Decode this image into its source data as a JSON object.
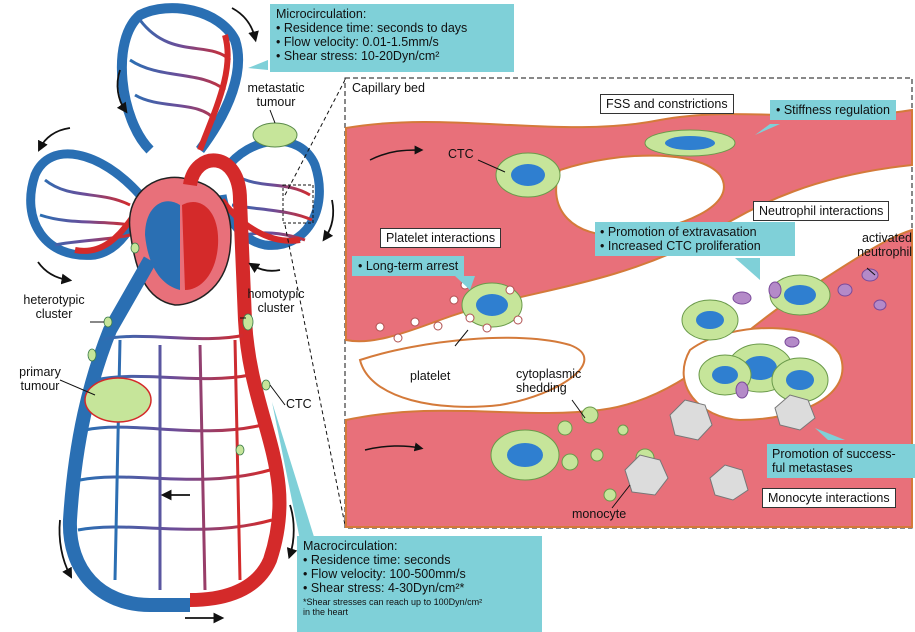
{
  "micro": {
    "title": "Microcirculation:",
    "items": [
      "• Residence time: seconds to days",
      "• Flow velocity: 0.01-1.5mm/s",
      "• Shear stress: 10-20Dyn/cm²"
    ]
  },
  "macro": {
    "title": "Macrocirculation:",
    "items": [
      "• Residence time: seconds",
      "• Flow velocity: 100-500mm/s",
      "• Shear stress: 4-30Dyn/cm²*"
    ],
    "footnote": [
      "*Shear stresses can reach up to 100Dyn/cm²",
      "in the heart"
    ]
  },
  "left_labels": {
    "metastatic": [
      "metastatic",
      "tumour"
    ],
    "heterotypic": [
      "heterotypic",
      "cluster"
    ],
    "homotypic": [
      "homotypic",
      "cluster"
    ],
    "primary": [
      "primary",
      "tumour"
    ],
    "ctc": "CTC"
  },
  "bed": {
    "title": "Capillary bed",
    "ctc": "CTC",
    "fss": "FSS and constrictions",
    "stiffness": "• Stiffness regulation",
    "neutrophil": "Neutrophil interactions",
    "extravasation": [
      "• Promotion of extravasation",
      "• Increased CTC proliferation"
    ],
    "activated": [
      "activated",
      "neutrophil"
    ],
    "platelet_interactions": "Platelet interactions",
    "arrest": "• Long-term arrest",
    "platelet": "platelet",
    "shedding": [
      "cytoplasmic",
      "shedding"
    ],
    "monocyte": "monocyte",
    "success": [
      "Promotion of success-",
      "ful metastases"
    ],
    "monocyte_interactions": "Monocyte interactions"
  },
  "colors": {
    "red": "#d42a2a",
    "blue": "#2a6fb3",
    "pink": "#e8707a",
    "teal": "#7fd0d8",
    "cell_green": "#c6e59a",
    "nucleus": "#2f7fd0"
  }
}
